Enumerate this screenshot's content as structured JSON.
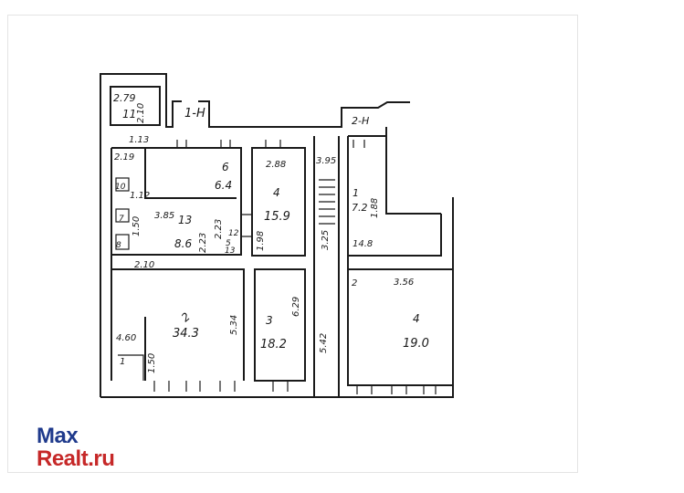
{
  "watermark": {
    "line1": "Max",
    "line2": "Realt.ru",
    "color1": "#1f3a8c",
    "color2": "#c62828"
  },
  "plan": {
    "line_color": "#1a1a1a",
    "labels": {
      "entrance_1": "1-H",
      "entrance_2": "2-H",
      "r11_dim1": "2.79",
      "r11_dim2": "2.10",
      "r11_num": "11",
      "d_113": "1.13",
      "d_219_top": "2.19",
      "d_10": "10",
      "d_112": "1.12",
      "d_150_left": "1.50",
      "d_7": "7",
      "d_8": "8",
      "r6_num": "6",
      "r6_area": "6.4",
      "d_385": "3.85",
      "r13_num": "13",
      "r13_area": "8.6",
      "d_223": "2.23",
      "d_223b": "2.23",
      "d_12": "12",
      "d_5": "5",
      "d_13": "13",
      "d_288": "2.88",
      "r4_num": "4",
      "r4_area": "15.9",
      "d_198": "1.98",
      "d_395": "3.95",
      "d_325": "3.25",
      "r1_num": "1",
      "r1_area": "7.2",
      "d_188": "1.88",
      "d_148": "14.8",
      "d_210": "2.10",
      "r2_num": "2",
      "r2_area": "34.3",
      "d_534": "5.34",
      "r3_num": "3",
      "r3_area": "18.2",
      "d_629": "6.29",
      "d_542": "5.42",
      "d_2": "2",
      "d_356": "3.56",
      "r4b_num": "4",
      "r4b_area": "19.0",
      "d_460": "4.60",
      "d_1": "1",
      "d_150": "1.50"
    }
  }
}
